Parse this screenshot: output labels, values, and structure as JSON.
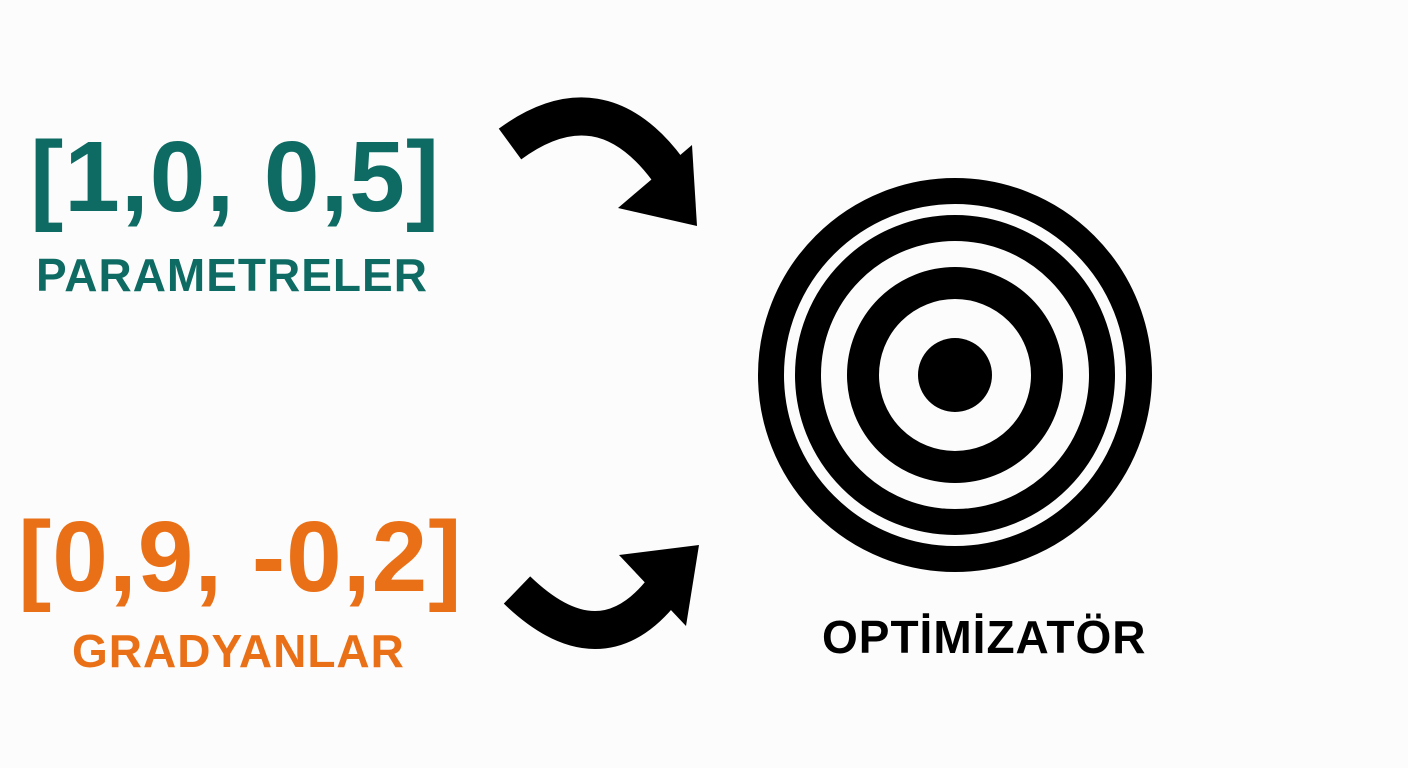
{
  "parameters": {
    "values": "[1,0, 0,5]",
    "label": "PARAMETRELER",
    "color": "#0e6b63"
  },
  "gradients": {
    "values": "[0,9, -0,2]",
    "label": "GRADYANLAR",
    "color": "#ea7017"
  },
  "optimizer": {
    "label": "OPTİMİZATÖR",
    "icon": "target-icon"
  },
  "arrows": [
    "curved-arrow-icon",
    "curved-arrow-icon"
  ]
}
